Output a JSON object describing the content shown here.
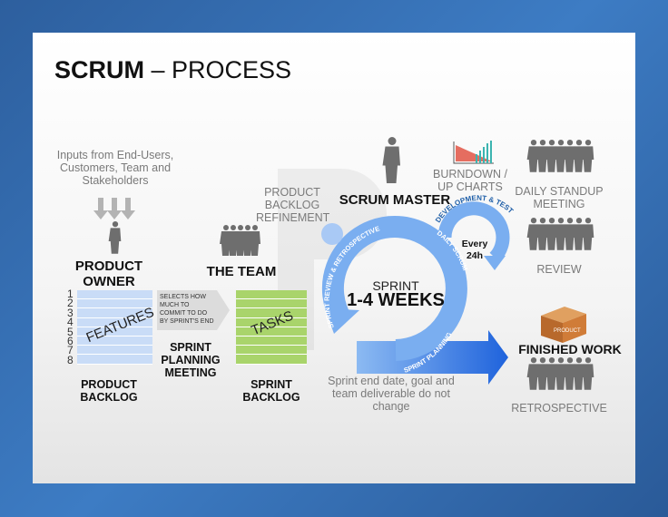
{
  "title": {
    "bold": "SCRUM",
    "rest": " – PROCESS"
  },
  "inputs_text": "Inputs from End-Users, Customers, Team and Stakeholders",
  "product_owner": "PRODUCT OWNER",
  "product_backlog": {
    "label": "PRODUCT BACKLOG",
    "box_label": "FEATURES",
    "numbers": [
      "1",
      "2",
      "3",
      "4",
      "5",
      "6",
      "7",
      "8"
    ]
  },
  "selects_text": "SELECTS HOW MUCH TO COMMIT TO DO BY SPRINT'S END",
  "sprint_planning_meeting": "SPRINT PLANNING MEETING",
  "the_team": "THE TEAM",
  "sprint_backlog": {
    "label": "SPRINT BACKLOG",
    "box_label": "TASKS"
  },
  "refinement": "PRODUCT BACKLOG REFINEMENT",
  "scrum_master": "SCRUM MASTER",
  "cycle": {
    "review": "SPRINT REVIEW & RETROSPECTIVE",
    "daily": "DAILY SCRUM",
    "planning": "SPRINT PLANNING",
    "sprint": "SPRINT",
    "weeks": "1-4 WEEKS",
    "dev": "DEVELOPMENT & TEST",
    "every": "Every",
    "hours": "24h"
  },
  "sprint_note": "Sprint end date, goal and team deliverable do not change",
  "burndown": "BURNDOWN / UP CHARTS",
  "daily_standup": "DAILY STANDUP MEETING",
  "review": "REVIEW",
  "box_label": "PRODUCT",
  "finished_work": "FINISHED WORK",
  "retrospective": "RETROSPECTIVE",
  "colors": {
    "ring": "#7aaef0",
    "arrow": "#2a6fe0",
    "features": "#c9dcf7",
    "tasks": "#a9d46b"
  }
}
